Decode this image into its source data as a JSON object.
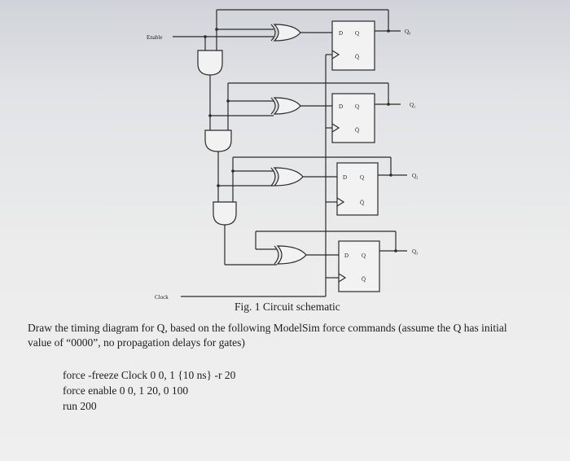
{
  "schematic": {
    "labels": {
      "enable": "Enable",
      "clock": "Clock",
      "outputs": [
        "Q₀",
        "Q₁",
        "Q₂",
        "Q₃"
      ]
    },
    "flipflop": {
      "d": "D",
      "q": "Q",
      "qbar": "Q̄"
    }
  },
  "caption": "Fig. 1 Circuit schematic",
  "question": {
    "line1": "Draw the timing diagram for Q, based on the following ModelSim force commands (assume the Q has initial",
    "line2": "value of “0000”, no propagation delays for gates)"
  },
  "commands": [
    "force -freeze Clock 0 0, 1 {10 ns} -r 20",
    "force enable 0 0, 1 20, 0 100",
    "run 200"
  ]
}
